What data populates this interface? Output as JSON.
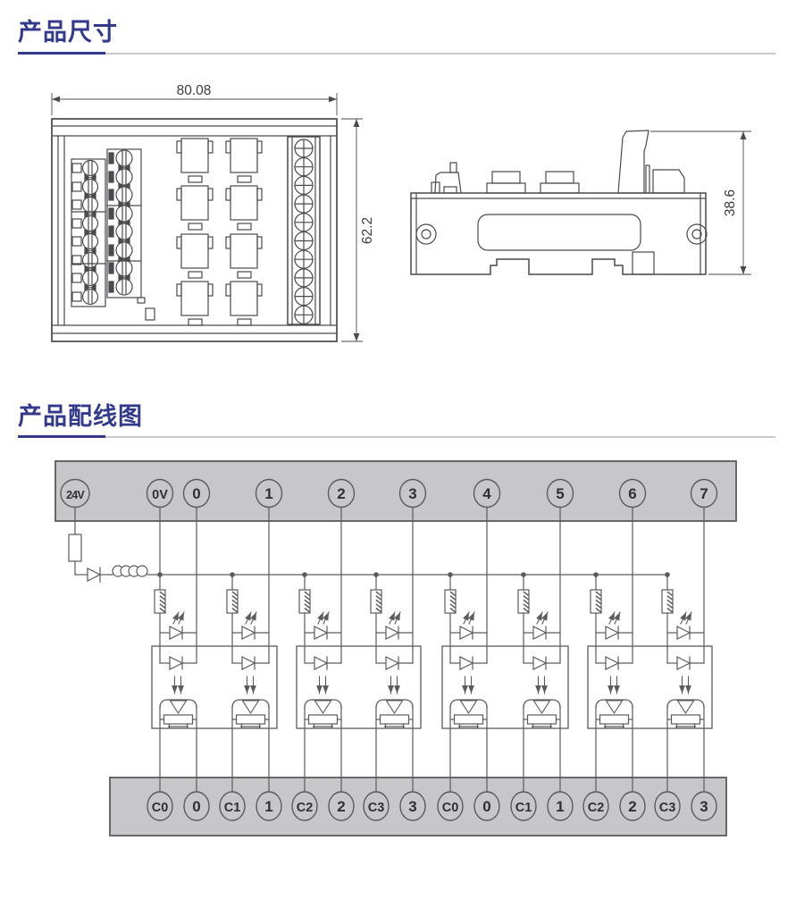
{
  "sections": {
    "dimensions": {
      "title": "产品尺寸"
    },
    "wiring": {
      "title": "产品配线图"
    }
  },
  "dimension_labels": {
    "front_width": "80.08",
    "front_height": "62.2",
    "side_height": "38.6"
  },
  "wiring_diagram": {
    "top_terminals": [
      "24V",
      "0V",
      "0",
      "1",
      "2",
      "3",
      "4",
      "5",
      "6",
      "7"
    ],
    "bottom_terminals": [
      "C0",
      "0",
      "C1",
      "1",
      "C2",
      "2",
      "C3",
      "3",
      "C0",
      "0",
      "C1",
      "1",
      "C2",
      "2",
      "C3",
      "3"
    ]
  },
  "colors": {
    "accent": "#333a8c",
    "rule_gray": "#c9c9c9",
    "drawing_line": "#4a4a4c",
    "wiring_line": "#5a5b5d",
    "bar_fill": "#c7c7c9",
    "terminal_text": "#2f3032",
    "dim_text": "#3c3c3e"
  }
}
